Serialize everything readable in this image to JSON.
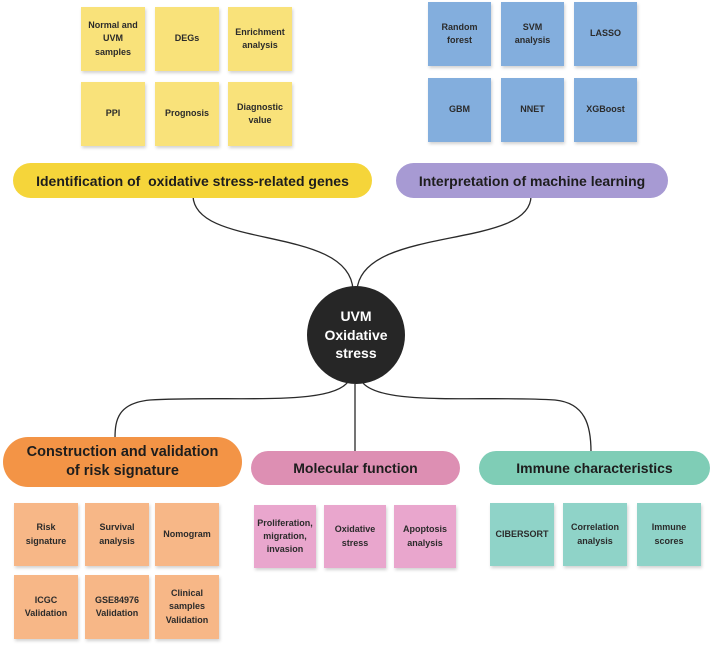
{
  "center": {
    "line1": "UVM",
    "line2": "Oxidative",
    "line3": "stress"
  },
  "categories": {
    "oxidative": "Identification of  oxidative stress-related genes",
    "ml": "Interpretation of machine learning",
    "risk_line1": "Construction and validation",
    "risk_line2": "of risk signature",
    "molecular": "Molecular function",
    "immune": "Immune characteristics"
  },
  "notes": {
    "oxidative": [
      [
        "Normal and",
        "UVM",
        "samples"
      ],
      [
        "DEGs"
      ],
      [
        "Enrichment",
        "analysis"
      ],
      [
        "PPI"
      ],
      [
        "Prognosis"
      ],
      [
        "Diagnostic",
        "value"
      ]
    ],
    "ml": [
      [
        "Random",
        "forest"
      ],
      [
        "SVM",
        "analysis"
      ],
      [
        "LASSO"
      ],
      [
        "GBM"
      ],
      [
        "NNET"
      ],
      [
        "XGBoost"
      ]
    ],
    "risk": [
      [
        "Risk",
        "signature"
      ],
      [
        "Survival",
        "analysis"
      ],
      [
        "Nomogram"
      ],
      [
        "ICGC",
        "Validation"
      ],
      [
        "GSE84976",
        "Validation"
      ],
      [
        "Clinical",
        "samples",
        "Validation"
      ]
    ],
    "molecular": [
      [
        "Proliferation,",
        "migration,",
        "invasion"
      ],
      [
        "Oxidative",
        "stress"
      ],
      [
        "Apoptosis",
        "analysis"
      ]
    ],
    "immune": [
      [
        "CIBERSORT"
      ],
      [
        "Correlation",
        "analysis"
      ],
      [
        "Immune",
        "scores"
      ]
    ]
  },
  "colors": {
    "yellow_note": "#f9e27a",
    "blue_note": "#83aedd",
    "orange_note": "#f7b787",
    "pink_note": "#e9a6cd",
    "teal_note": "#8fd3c8",
    "yellow_pill": "#f5d53a",
    "purple_pill": "#a79ad3",
    "orange_pill": "#f39446",
    "pink_pill": "#dd8fb3",
    "teal_pill": "#7fcdb6",
    "hub": "#262626"
  }
}
